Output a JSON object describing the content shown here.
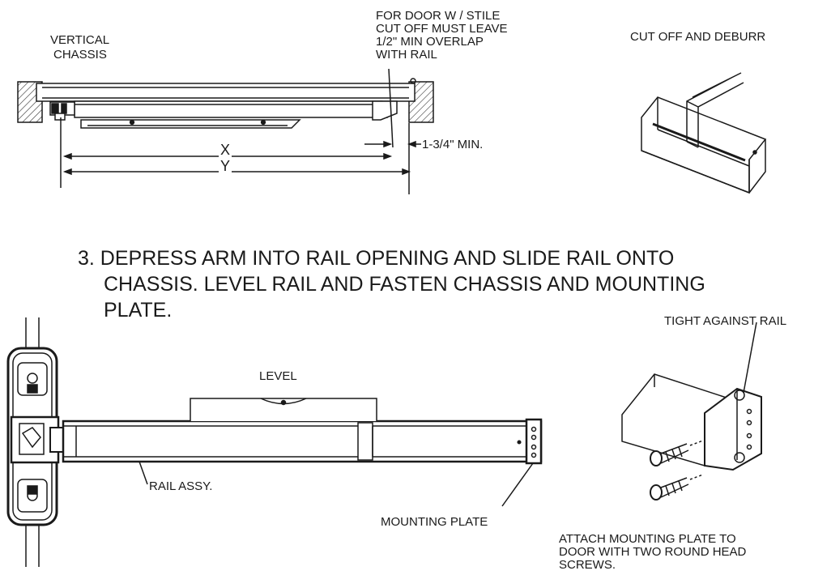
{
  "top": {
    "vertical_chassis": [
      "VERTICAL",
      "CHASSIS"
    ],
    "stile_note": [
      "FOR DOOR W / STILE",
      "CUT OFF MUST LEAVE",
      "1/2\" MIN OVERLAP",
      "WITH RAIL"
    ],
    "cut_off": "CUT OFF AND DEBURR",
    "dim_x": "X",
    "dim_y": "Y",
    "min_length": "1-3/4\" MIN."
  },
  "step3": {
    "lines": [
      "3. DEPRESS ARM INTO RAIL OPENING AND SLIDE RAIL ONTO",
      "CHASSIS. LEVEL RAIL AND FASTEN CHASSIS AND MOUNTING",
      "PLATE."
    ]
  },
  "bottom": {
    "level": "LEVEL",
    "rail_assy": "RAIL ASSY.",
    "mounting_plate": "MOUNTING PLATE",
    "tight": "TIGHT AGAINST RAIL",
    "attach_note": [
      "ATTACH MOUNTING PLATE TO",
      "DOOR WITH TWO ROUND HEAD",
      "SCREWS."
    ]
  },
  "colors": {
    "line": "#1a1a1a",
    "hatch": "#333333",
    "fill": "#ffffff"
  }
}
